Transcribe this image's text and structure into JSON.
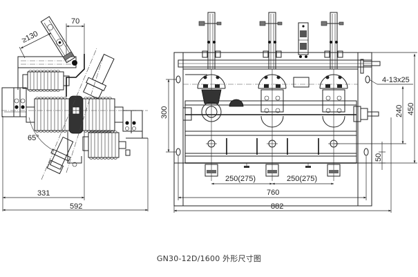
{
  "drawing": {
    "title": "GN30-12D/1600 外形尺寸图",
    "model": "GN30-12D/1600",
    "caption_cn": "外形尺寸图",
    "units": "mm",
    "colors": {
      "line": "#222222",
      "background": "#ffffff",
      "dark_fill": "#333333"
    }
  },
  "side_view": {
    "label": "side-view",
    "dimensions": {
      "clearance": "≥130",
      "offset_top": "70",
      "angle": "65°",
      "pivot_to_front": "331",
      "overall_depth": "592"
    }
  },
  "front_view": {
    "label": "front-view",
    "pole_count": 3,
    "dimensions": {
      "height_mount": "300",
      "mount_holes": "4-13x25",
      "shaft_height": "240",
      "overall_height": "450",
      "hole_offset": "50",
      "phase_spacing_1": "250(275)",
      "phase_spacing_2": "250(275)",
      "mount_width": "760",
      "overall_width": "882"
    }
  }
}
